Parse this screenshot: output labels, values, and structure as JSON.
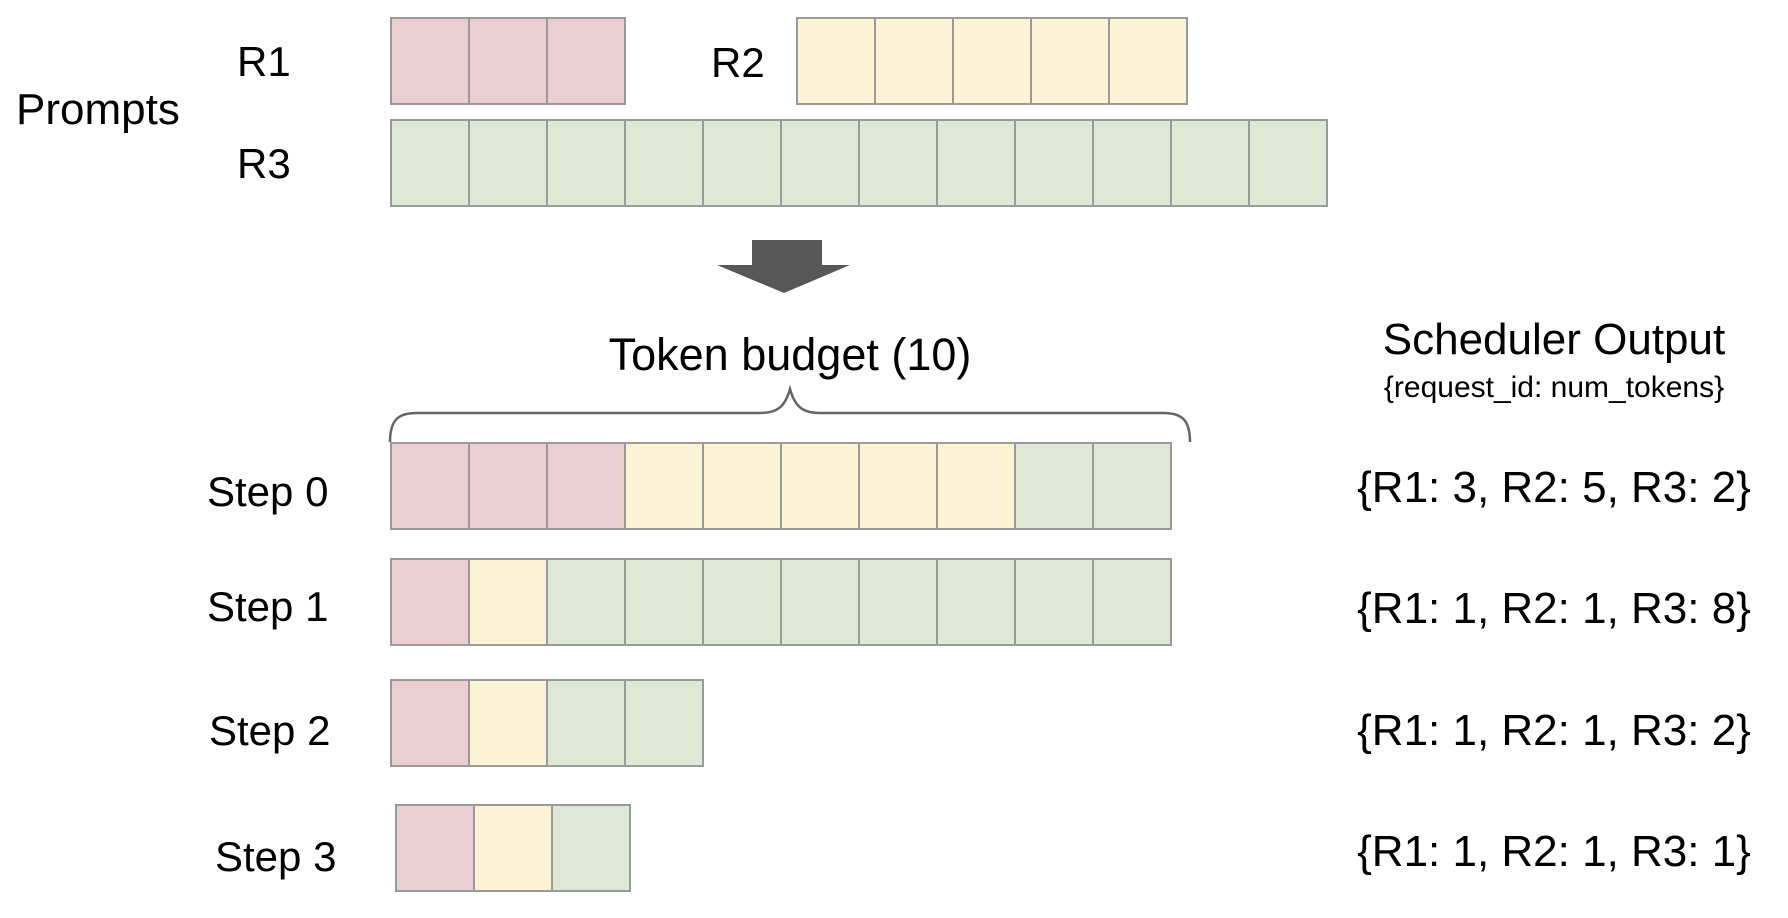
{
  "colors": {
    "R1": "#ebced2",
    "R2": "#fbf3d3",
    "R3": "#dde8d5",
    "border": "#9a9a9a",
    "arrow": "#575757",
    "brace": "#666666",
    "text": "#000000"
  },
  "prompts": {
    "section_label": "Prompts",
    "rows": [
      {
        "label": "R1",
        "segments": [
          {
            "request": "R1",
            "count": 3
          }
        ]
      },
      {
        "label": "R2",
        "segments": [
          {
            "request": "R2",
            "count": 5
          }
        ]
      },
      {
        "label": "R3",
        "segments": [
          {
            "request": "R3",
            "count": 12
          }
        ]
      }
    ]
  },
  "token_budget": {
    "label": "Token budget (10)",
    "budget": 10
  },
  "scheduler": {
    "title": "Scheduler Output",
    "subtitle": "{request_id: num_tokens}"
  },
  "steps": [
    {
      "label": "Step 0",
      "segments": [
        {
          "request": "R1",
          "count": 3
        },
        {
          "request": "R2",
          "count": 5
        },
        {
          "request": "R3",
          "count": 2
        }
      ],
      "output": "{R1: 3, R2: 5, R3: 2}"
    },
    {
      "label": "Step 1",
      "segments": [
        {
          "request": "R1",
          "count": 1
        },
        {
          "request": "R2",
          "count": 1
        },
        {
          "request": "R3",
          "count": 8
        }
      ],
      "output": "{R1: 1, R2: 1, R3: 8}"
    },
    {
      "label": "Step 2",
      "segments": [
        {
          "request": "R1",
          "count": 1
        },
        {
          "request": "R2",
          "count": 1
        },
        {
          "request": "R3",
          "count": 2
        }
      ],
      "output": "{R1: 1, R2: 1, R3: 2}"
    },
    {
      "label": "Step 3",
      "segments": [
        {
          "request": "R1",
          "count": 1
        },
        {
          "request": "R2",
          "count": 1
        },
        {
          "request": "R3",
          "count": 1
        }
      ],
      "output": "{R1: 1, R2: 1, R3: 1}"
    }
  ]
}
